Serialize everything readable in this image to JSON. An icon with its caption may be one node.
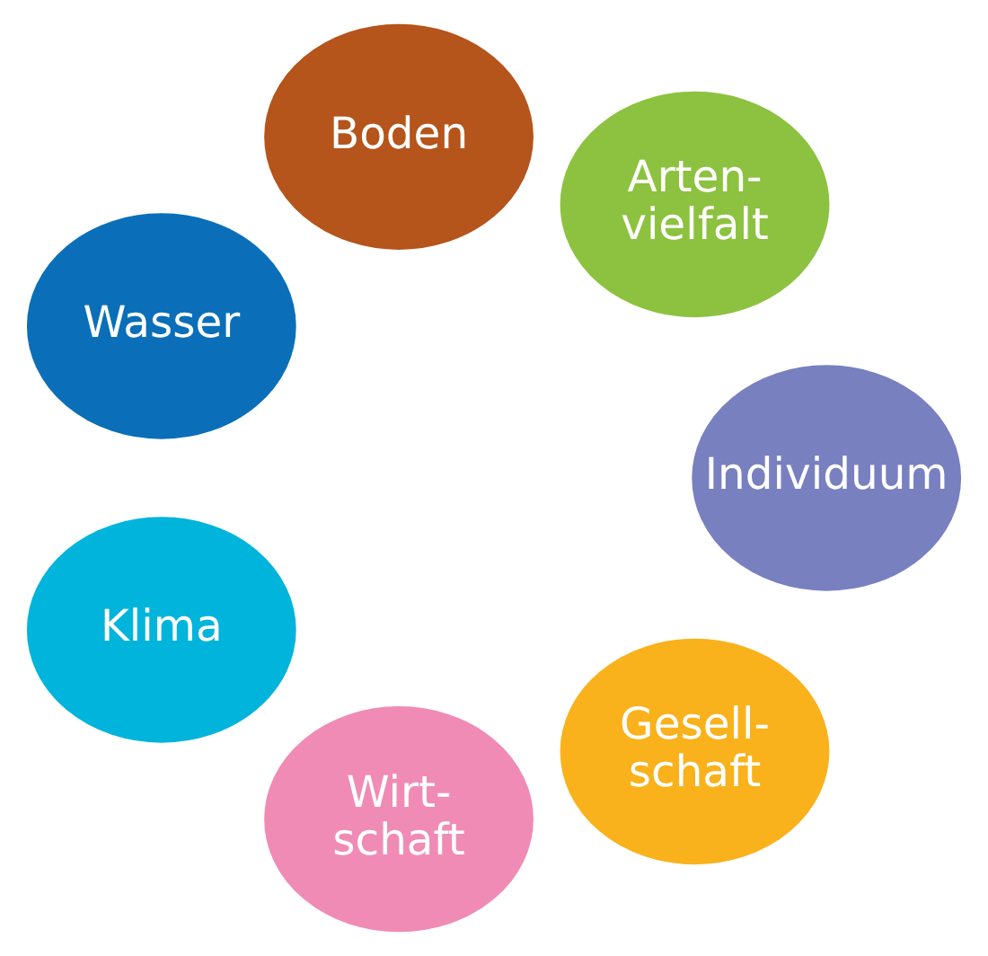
{
  "diagram": {
    "nodes": [
      {
        "text": [
          "Gesell- schaft"
        ]
      },
      {
        "text": [
          "Wirt- schaft"
        ]
      },
      {
        "text": [
          "Klima"
        ]
      },
      {
        "text": [
          "Wasser"
        ]
      },
      {
        "text": [
          "Boden"
        ]
      },
      {
        "text": [
          "Arten- vielfalt"
        ]
      },
      {
        "text": [
          "Individuum"
        ]
      }
    ]
  }
}
